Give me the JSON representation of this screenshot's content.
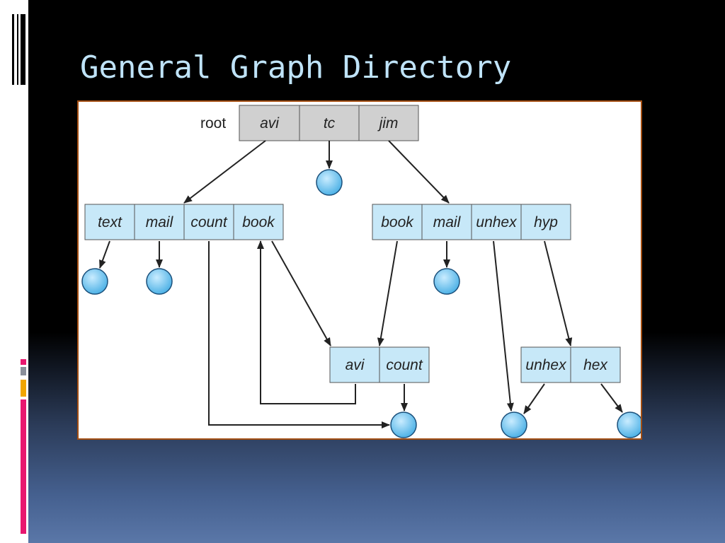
{
  "slide": {
    "title": "General Graph Directory"
  },
  "colors": {
    "root_cell": "#d0d0d0",
    "dir_cell": "#c7e8f8",
    "file_node": "#6ec3ee",
    "frame_border": "#a34e12",
    "title": "#bfe3f8",
    "accent_pink": "#e8176f",
    "accent_orange": "#f0a500",
    "accent_gray": "#8a8f9a"
  },
  "diagram": {
    "root_label": "root",
    "root_dir": [
      "avi",
      "tc",
      "jim"
    ],
    "avi_dir": [
      "text",
      "mail",
      "count",
      "book"
    ],
    "jim_dir": [
      "book",
      "mail",
      "unhex",
      "hyp"
    ],
    "shared_dir": [
      "avi",
      "count"
    ],
    "hyp_dir": [
      "unhex",
      "hex"
    ],
    "file_icon": "circle-file-icon",
    "links": [
      [
        "root/avi",
        "avi-dir"
      ],
      [
        "root/tc",
        "file"
      ],
      [
        "root/jim",
        "jim-dir"
      ],
      [
        "avi/text",
        "file"
      ],
      [
        "avi/mail",
        "file"
      ],
      [
        "avi/count",
        "file (via count)"
      ],
      [
        "avi/book",
        "shared-dir"
      ],
      [
        "jim/book",
        "shared-dir"
      ],
      [
        "jim/mail",
        "file"
      ],
      [
        "jim/unhex",
        "file"
      ],
      [
        "jim/hyp",
        "hyp-dir"
      ],
      [
        "shared/avi",
        "avi/book (cycle)"
      ],
      [
        "shared/count",
        "file"
      ],
      [
        "hyp/unhex",
        "file"
      ],
      [
        "hyp/hex",
        "file"
      ]
    ]
  }
}
